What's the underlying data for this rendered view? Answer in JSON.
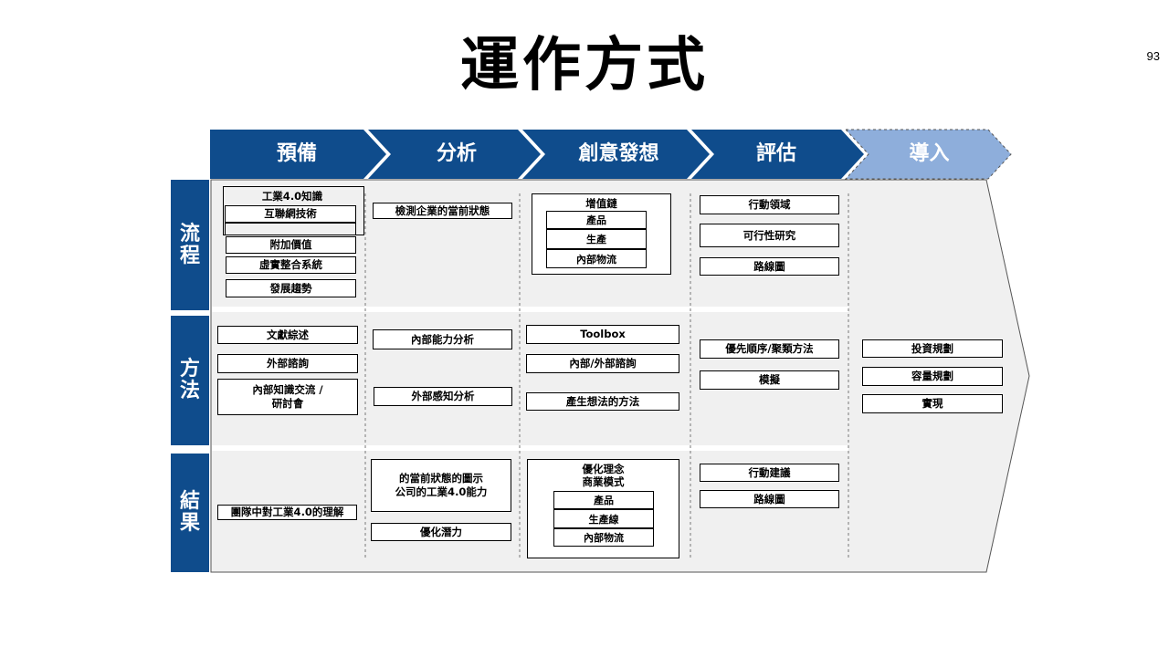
{
  "title": "運作方式",
  "page_number": "93",
  "stages": [
    "預備",
    "分析",
    "創意發想",
    "評估",
    "導入"
  ],
  "rows": [
    "流程",
    "方法",
    "結果"
  ],
  "process": {
    "prep": [
      "工業4.0知識",
      "互聯網技術",
      "附加價值",
      "虛實整合系統",
      "發展趨勢"
    ],
    "analysis": [
      "檢測企業的當前狀態"
    ],
    "ideation_title": "增值鏈",
    "ideation_items": [
      "產品",
      "生產",
      "內部物流"
    ],
    "evaluation": [
      "行動領域",
      "可行性研究",
      "路線圖"
    ]
  },
  "methods": {
    "prep": [
      "文獻綜述",
      "外部諮詢",
      "內部知識交流 /\n研討會"
    ],
    "analysis": [
      "內部能力分析",
      "外部感知分析"
    ],
    "ideation": [
      "Toolbox",
      "內部/外部諮詢",
      "產生想法的方法"
    ],
    "evaluation": [
      "優先順序/聚類方法",
      "模擬"
    ],
    "introduction": [
      "投資規劃",
      "容量規劃",
      "實現"
    ]
  },
  "results": {
    "prep": [
      "團隊中對工業4.0的理解"
    ],
    "analysis": [
      "的當前狀態的圖示\n公司的工業4.0能力",
      "優化潛力"
    ],
    "ideation_title": "優化理念\n商業模式",
    "ideation_items": [
      "產品",
      "生產線",
      "內部物流"
    ],
    "evaluation": [
      "行動建議",
      "路線圖"
    ]
  },
  "colors": {
    "stage_dark": "#0f4c8c",
    "stage_light": "#8eaedb",
    "panel": "#f0f0f0",
    "divider": "#ffffff"
  }
}
